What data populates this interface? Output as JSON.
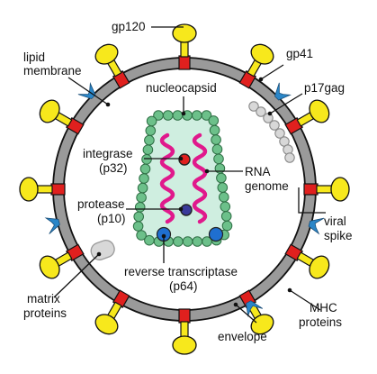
{
  "labels": {
    "gp120": "gp120",
    "lipid_membrane_1": "lipid",
    "lipid_membrane_2": "membrane",
    "gp41": "gp41",
    "p17gag": "p17gag",
    "nucleocapsid": "nucleocapsid",
    "integrase_1": "integrase",
    "integrase_2": "(p32)",
    "rna_1": "RNA",
    "rna_2": "genome",
    "protease_1": "protease",
    "protease_2": "(p10)",
    "viral_spike_1": "viral",
    "viral_spike_2": "spike",
    "rt_1": "reverse transcriptase",
    "rt_2": "(p64)",
    "matrix_1": "matrix",
    "matrix_2": "proteins",
    "envelope": "envelope",
    "mhc_1": "MHC",
    "mhc_2": "proteins"
  },
  "colors": {
    "membrane": "#9a9a9a",
    "spike_head": "#f7e81c",
    "spike_band": "#e0201e",
    "capsid_fill": "#cfeee0",
    "capsid_bead": "#6cc08a",
    "rna": "#e0198c",
    "enzyme_blue": "#1f6fd0",
    "mhc": "#2a86c8",
    "matrix": "#d8d8d8"
  }
}
